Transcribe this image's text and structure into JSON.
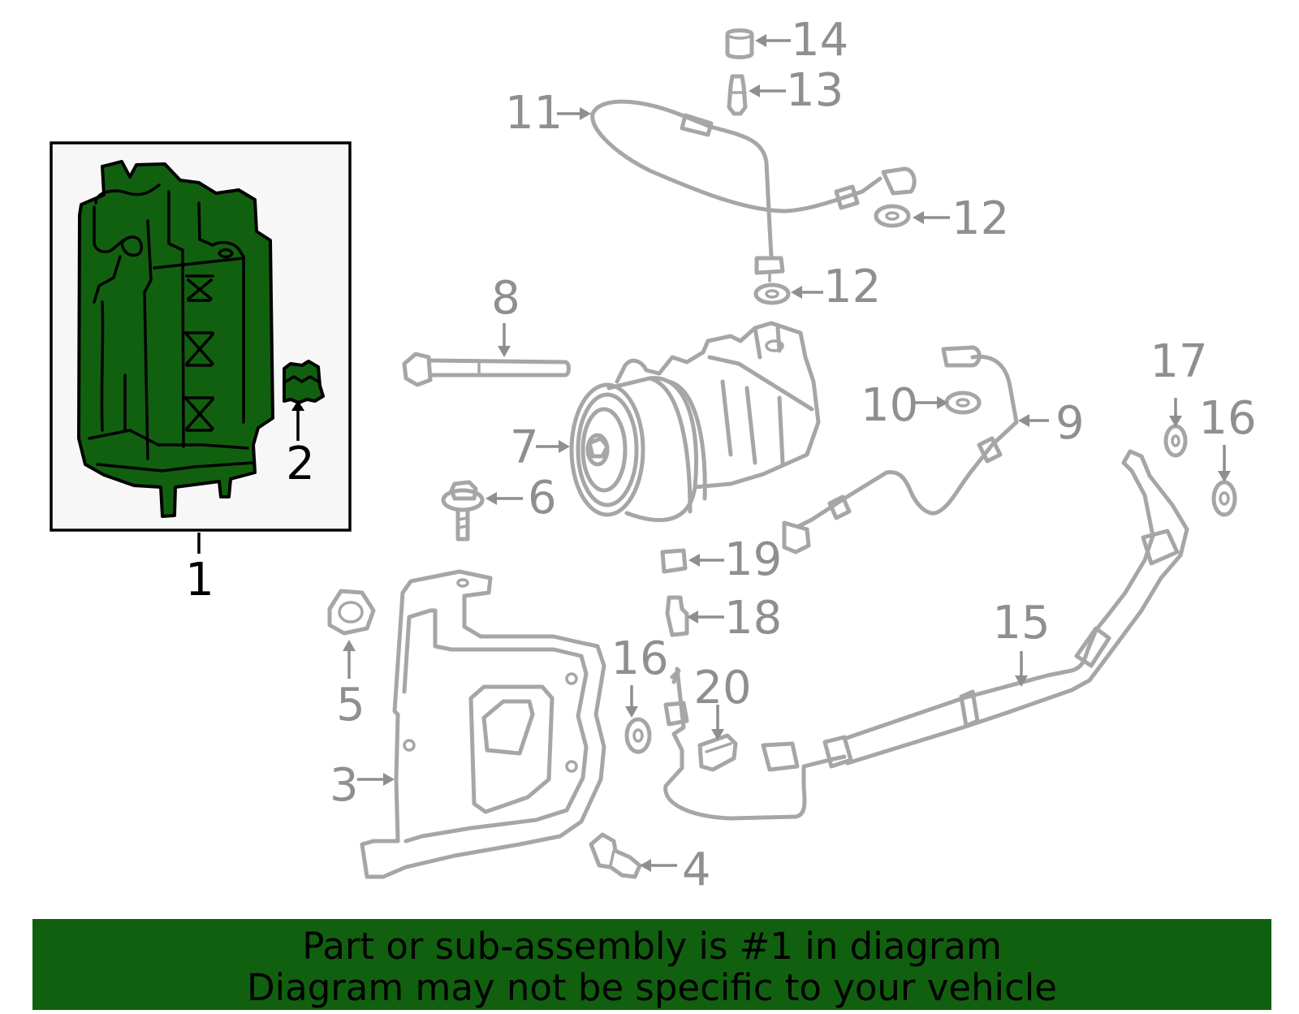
{
  "callouts": {
    "c1": "1",
    "c2": "2",
    "c3": "3",
    "c4": "4",
    "c5": "5",
    "c6": "6",
    "c7": "7",
    "c8": "8",
    "c9": "9",
    "c10": "10",
    "c11": "11",
    "c12a": "12",
    "c12b": "12",
    "c13": "13",
    "c14": "14",
    "c15": "15",
    "c16a": "16",
    "c16b": "16",
    "c17": "17",
    "c18": "18",
    "c19": "19",
    "c20": "20"
  },
  "footer": {
    "line1": "Part or sub-assembly is #1 in diagram",
    "line2": "Diagram may not be specific to your vehicle"
  },
  "colors": {
    "highlight": "#11600f",
    "part_outline": "#a6a6a6",
    "callout_text": "#8f8f8f",
    "footer_bg": "#11600f"
  }
}
